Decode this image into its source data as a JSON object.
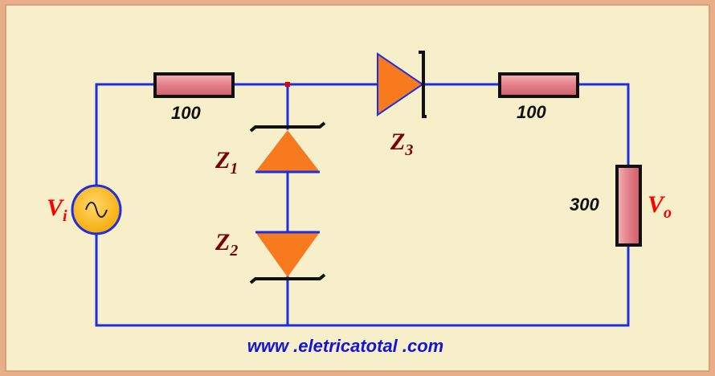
{
  "diagram": {
    "resistors": {
      "r1": "100",
      "r2": "100",
      "r3": "300"
    },
    "zeners": {
      "z1": {
        "letter": "Z",
        "sub": "1"
      },
      "z2": {
        "letter": "Z",
        "sub": "2"
      },
      "z3": {
        "letter": "Z",
        "sub": "3"
      }
    },
    "source": {
      "letter": "V",
      "sub": "i"
    },
    "output": {
      "letter": "V",
      "sub": "o"
    },
    "website": "www .eletricatotal .com"
  },
  "colors": {
    "background": "#f7efc9",
    "frame": "#eab48f",
    "wire": "#1e2fe0",
    "resistor_fill": "#e37e86",
    "diode_fill": "#f77a1e",
    "source_fill": "#ffc21a",
    "junction": "#e00000"
  }
}
